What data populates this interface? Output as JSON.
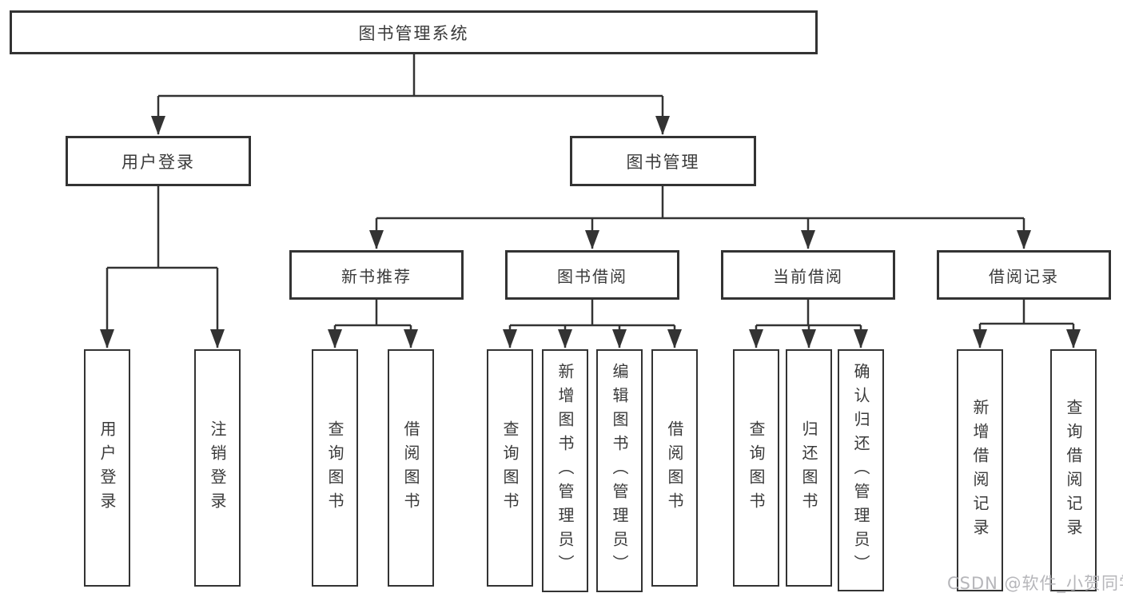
{
  "tree": {
    "label": "图书管理系统",
    "children": [
      {
        "label": "用户登录",
        "children": [
          {
            "label": "用户登录"
          },
          {
            "label": "注销登录"
          }
        ]
      },
      {
        "label": "图书管理",
        "children": [
          {
            "label": "新书推荐",
            "children": [
              {
                "label": "查询图书"
              },
              {
                "label": "借阅图书"
              }
            ]
          },
          {
            "label": "图书借阅",
            "children": [
              {
                "label": "查询图书"
              },
              {
                "label": "新增图书（管理员）"
              },
              {
                "label": "编辑图书（管理员）"
              },
              {
                "label": "借阅图书"
              }
            ]
          },
          {
            "label": "当前借阅",
            "children": [
              {
                "label": "查询图书"
              },
              {
                "label": "归还图书"
              },
              {
                "label": "确认归还（管理员）"
              }
            ]
          },
          {
            "label": "借阅记录",
            "children": [
              {
                "label": "新增借阅记录"
              },
              {
                "label": "查询借阅记录"
              }
            ]
          }
        ]
      }
    ]
  },
  "watermark": "CSDN @软件_小贺同学",
  "colors": {
    "line": "#333333",
    "text": "#3a3a3a",
    "background": "#ffffff",
    "watermark": "#b2b2b6"
  }
}
